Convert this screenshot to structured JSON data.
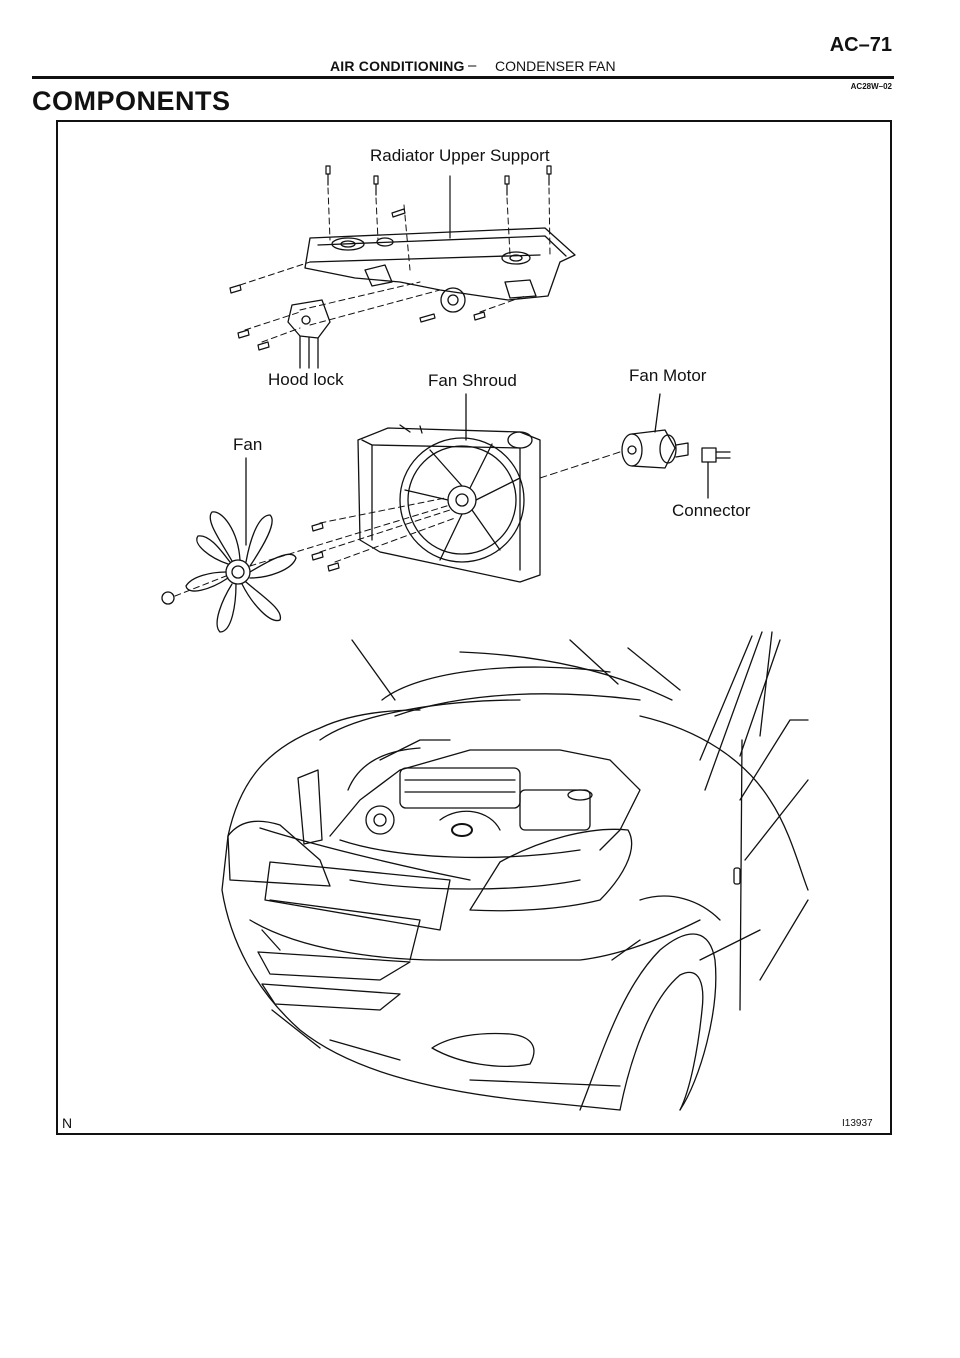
{
  "header": {
    "section": "AIR CONDITIONING",
    "separator": "–",
    "subsection": "CONDENSER FAN",
    "page_number": "AC–71",
    "code": "AC28W–02"
  },
  "title": "COMPONENTS",
  "figure": {
    "labels": {
      "radiator_upper_support": "Radiator Upper Support",
      "hood_lock": "Hood lock",
      "fan_shroud": "Fan Shroud",
      "fan_motor": "Fan Motor",
      "fan": "Fan",
      "connector": "Connector"
    },
    "corner_left": "N",
    "figure_id": "I13937"
  }
}
